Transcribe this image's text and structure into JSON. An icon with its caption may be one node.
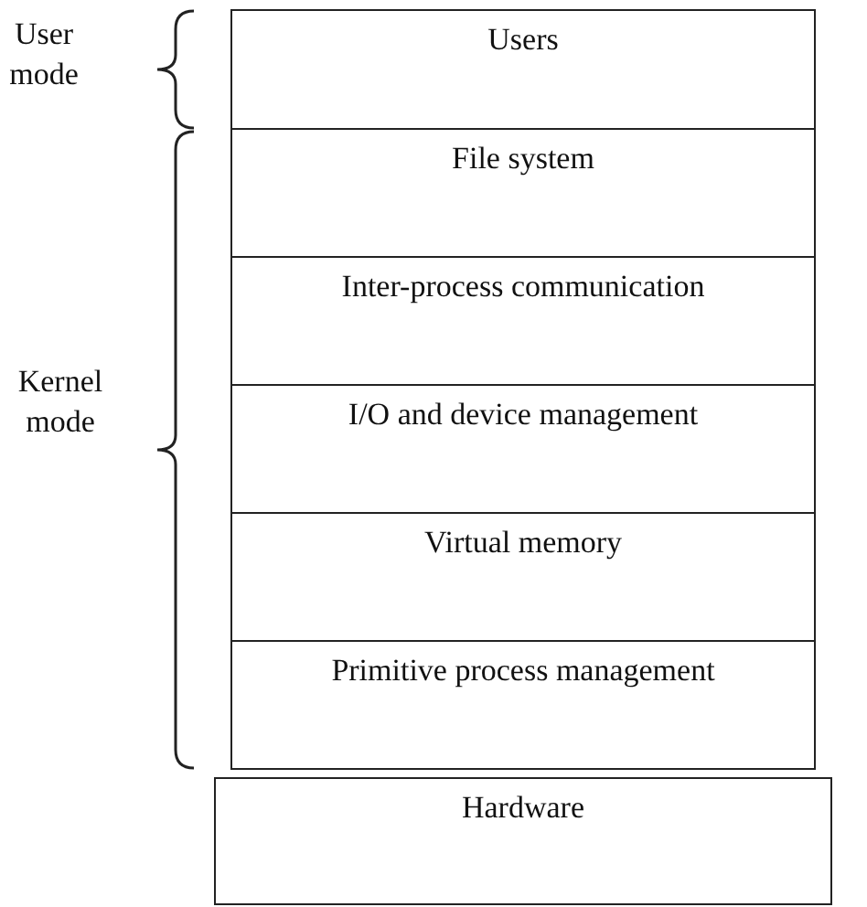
{
  "diagram": {
    "nodes": [
      {
        "text": [
          "Users"
        ]
      },
      {
        "text": [
          "File system"
        ]
      },
      {
        "text": [
          "Inter-process communication"
        ]
      },
      {
        "text": [
          "I/O and device management"
        ]
      },
      {
        "text": [
          "Virtual memory"
        ]
      },
      {
        "text": [
          "Primitive process management"
        ]
      },
      {
        "text": [
          "Hardware"
        ]
      }
    ],
    "labels": [
      "User mode",
      "Kernel mode"
    ]
  }
}
